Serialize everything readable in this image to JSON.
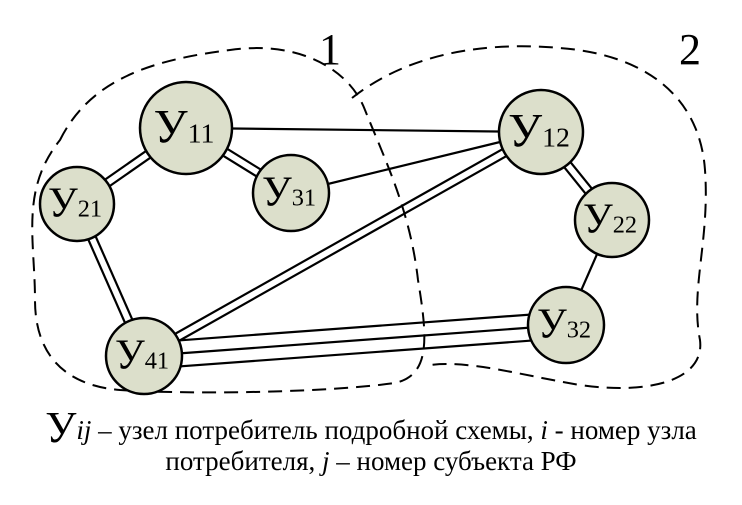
{
  "regions": [
    {
      "label": "1"
    },
    {
      "label": "2"
    }
  ],
  "nodes": [
    {
      "id": "11",
      "letter": "У",
      "sub": "11"
    },
    {
      "id": "21",
      "letter": "У",
      "sub": "21"
    },
    {
      "id": "31",
      "letter": "У",
      "sub": "31"
    },
    {
      "id": "41",
      "letter": "У",
      "sub": "41"
    },
    {
      "id": "12",
      "letter": "У",
      "sub": "12"
    },
    {
      "id": "22",
      "letter": "У",
      "sub": "22"
    },
    {
      "id": "32",
      "letter": "У",
      "sub": "32"
    }
  ],
  "edges": [
    {
      "from": "11",
      "to": "21",
      "lines": 2
    },
    {
      "from": "11",
      "to": "31",
      "lines": 2
    },
    {
      "from": "11",
      "to": "12",
      "lines": 1
    },
    {
      "from": "31",
      "to": "12",
      "lines": 1
    },
    {
      "from": "21",
      "to": "41",
      "lines": 2
    },
    {
      "from": "41",
      "to": "12",
      "lines": 2
    },
    {
      "from": "41",
      "to": "32",
      "lines": 3
    },
    {
      "from": "12",
      "to": "22",
      "lines": 2
    },
    {
      "from": "22",
      "to": "32",
      "lines": 1
    }
  ],
  "colors": {
    "node_fill": "#dcdfcb",
    "stroke": "#000000"
  },
  "caption": {
    "symbol": "У",
    "symbol_sub": "ij",
    "line1_rest": " – узел потребитель подробной схемы, ",
    "i": "i",
    "line1_end": " - номер узла",
    "line2_start": "потребителя, ",
    "j": "j",
    "line2_end": " – номер субъекта РФ"
  }
}
